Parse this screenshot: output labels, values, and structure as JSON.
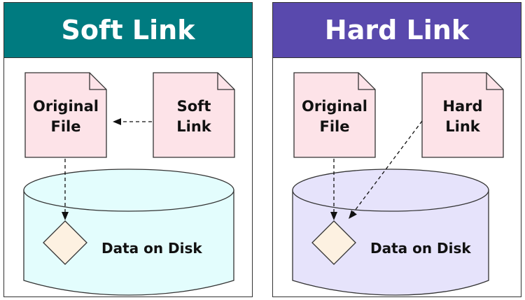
{
  "colors": {
    "soft_header": "#007b80",
    "hard_header": "#5949ad",
    "file_fill": "#fde3e8",
    "soft_disk_fill": "#e3fdfd",
    "hard_disk_fill": "#e6e3fb",
    "diamond_fill": "#fdf1e1",
    "stroke": "#333333"
  },
  "panels": {
    "soft": {
      "title": "Soft Link",
      "original_label": "Original\nFile",
      "link_label": "Soft\nLink",
      "disk_label": "Data on Disk"
    },
    "hard": {
      "title": "Hard Link",
      "original_label": "Original\nFile",
      "link_label": "Hard\nLink",
      "disk_label": "Data on Disk"
    }
  }
}
